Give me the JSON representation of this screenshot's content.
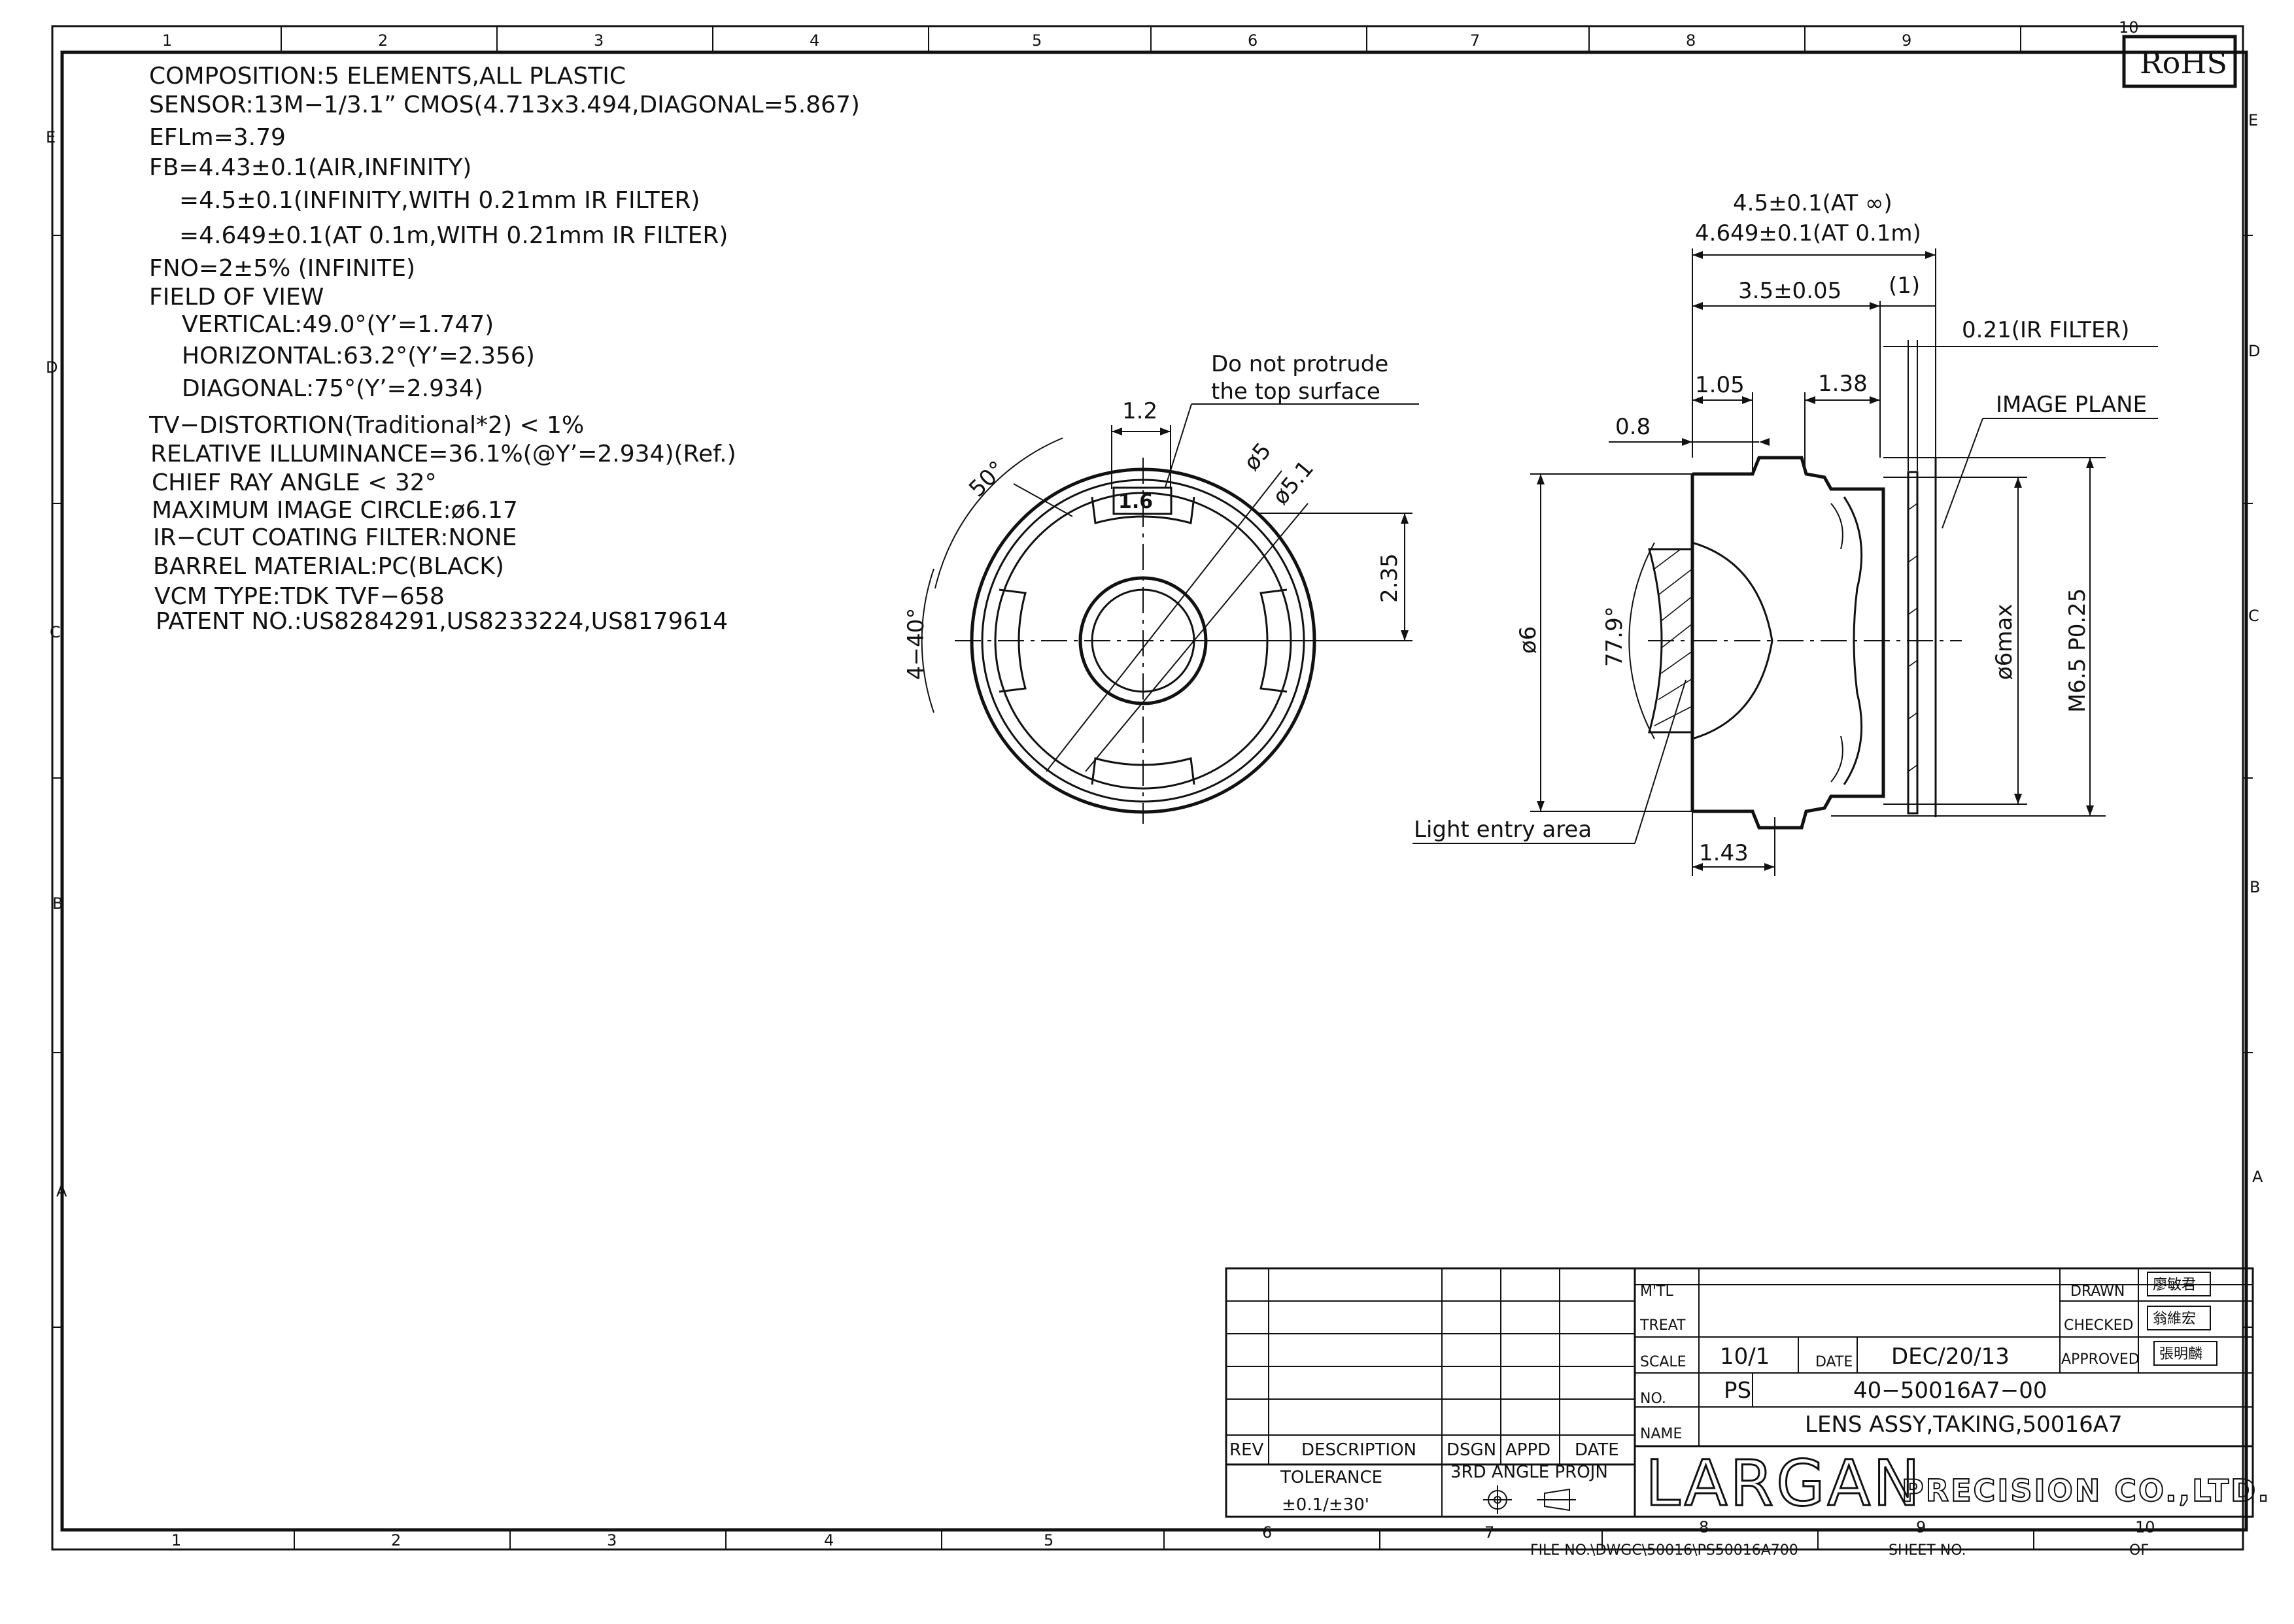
{
  "border": {
    "zones_top": [
      "1",
      "2",
      "3",
      "4",
      "5",
      "6",
      "7",
      "8",
      "9",
      "10"
    ],
    "zones_bottom": [
      "1",
      "2",
      "3",
      "4",
      "5",
      "6",
      "7",
      "8",
      "9",
      "10"
    ],
    "zones_side": [
      "E",
      "D",
      "C",
      "B",
      "A"
    ],
    "rohs": "RoHS"
  },
  "notes": [
    "COMPOSITION:5 ELEMENTS,ALL PLASTIC",
    "SENSOR:13M−1/3.1” CMOS(4.713x3.494,DIAGONAL=5.867)",
    "EFLm=3.79",
    "FB=4.43±0.1(AIR,INFINITY)",
    "=4.5±0.1(INFINITY,WITH 0.21mm IR FILTER)",
    "=4.649±0.1(AT 0.1m,WITH 0.21mm IR FILTER)",
    "FNO=2±5% (INFINITE)",
    "FIELD OF VIEW",
    "VERTICAL:49.0°(Y’=1.747)",
    "HORIZONTAL:63.2°(Y’=2.356)",
    "DIAGONAL:75°(Y’=2.934)",
    "TV−DISTORTION(Traditional*2) < 1%",
    "RELATIVE ILLUMINANCE=36.1%(@Y’=2.934)(Ref.)",
    "CHIEF RAY ANGLE < 32°",
    "MAXIMUM IMAGE CIRCLE:ø6.17",
    "IR−CUT COATING FILTER:NONE",
    "BARREL MATERIAL:PC(BLACK)",
    "VCM TYPE:TDK TVF−658",
    "PATENT NO.:US8284291,US8233224,US8179614"
  ],
  "front_view": {
    "note_line1": "Do not protrude",
    "note_line2": "the top surface",
    "dim_slot_width": "1.2",
    "dim_slot_label": "1.6",
    "dim_angle": "50°",
    "dim_d5": "ø5",
    "dim_d51": "ø5.1",
    "dim_height": "2.35",
    "dim_slots": "4−40°"
  },
  "side_view": {
    "dim_fb_inf": "4.5±0.1(AT ∞)",
    "dim_fb_near": "4.649±0.1(AT 0.1m)",
    "dim_35": "3.5±0.05",
    "dim_1": "(1)",
    "dim_ir": "0.21(IR FILTER)",
    "dim_105": "1.05",
    "dim_138": "1.38",
    "dim_08": "0.8",
    "image_plane": "IMAGE PLANE",
    "dim_d6": "ø6",
    "dim_779": "77.9°",
    "dim_d6max": "ø6max",
    "dim_thread": "M6.5 P0.25",
    "light_entry": "Light entry area",
    "dim_143": "1.43"
  },
  "title_block": {
    "rev_headers": {
      "rev": "REV",
      "description": "DESCRIPTION",
      "dsgn": "DSGN",
      "appd": "APPD",
      "date": "DATE"
    },
    "tolerance_label": "TOLERANCE",
    "tolerance_value": "±0.1/±30'",
    "projection": "3RD ANGLE PROJN",
    "mtl_label": "M'TL",
    "treat_label": "TREAT",
    "scale_label": "SCALE",
    "scale_value": "10/1",
    "date_label": "DATE",
    "date_value": "DEC/20/13",
    "no_label": "NO.",
    "no_prefix": "PS",
    "part_no": "40−50016A7−00",
    "name_label": "NAME",
    "name_value": "LENS ASSY,TAKING,50016A7",
    "drawn_label": "DRAWN",
    "checked_label": "CHECKED",
    "approved_label": "APPROVED",
    "drawn_sig": "廖敏君",
    "checked_sig": "翁維宏",
    "approved_sig": "張明麟",
    "company_logo": "LARGAN",
    "company_name": "PRECISION CO.,LTD.",
    "file_no": "FILE NO.\\DWGC\\50016\\PS50016A700",
    "sheet_no": "SHEET NO.",
    "of": "OF"
  }
}
